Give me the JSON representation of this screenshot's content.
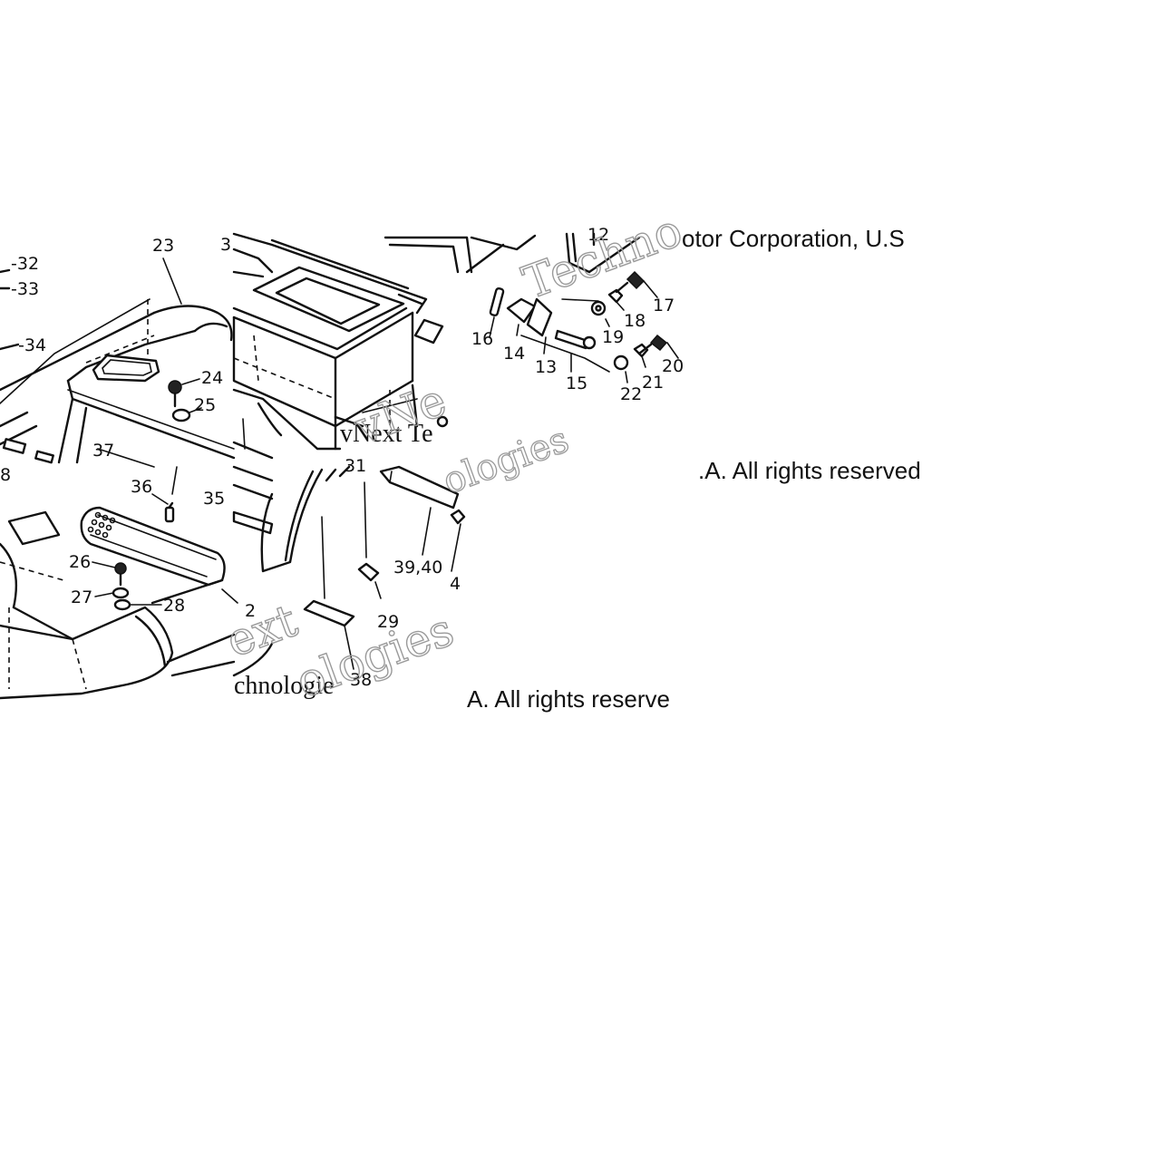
{
  "callouts": {
    "c32": "-32",
    "c33": "-33",
    "c34": "-34",
    "c23": "23",
    "c3": "3",
    "c24": "24",
    "c25": "25",
    "c37": "37",
    "c8": "8",
    "c36": "36",
    "c35": "35",
    "c26": "26",
    "c27": "27",
    "c28": "28",
    "c2": "2",
    "c12": "12",
    "c17": "17",
    "c16": "16",
    "c18": "18",
    "c19": "19",
    "c14": "14",
    "c13": "13",
    "c20": "20",
    "c15": "15",
    "c21": "21",
    "c22": "22",
    "c31": "31",
    "c39_40": "39,40",
    "c4": "4",
    "c29": "29",
    "c38": "38"
  },
  "overlay_text": {
    "copyright_top": "otor Corporation, U.S",
    "copyright_mid": ".A. All rights reserved",
    "copyright_bottom": "A. All rights reserve",
    "serif_mid": "vNext Te",
    "serif_bottom": "chnologie"
  },
  "watermarks": {
    "w1": "Techno",
    "w2": "vNe",
    "w3": "ologies",
    "w4": "ext",
    "w5": "ologies"
  }
}
